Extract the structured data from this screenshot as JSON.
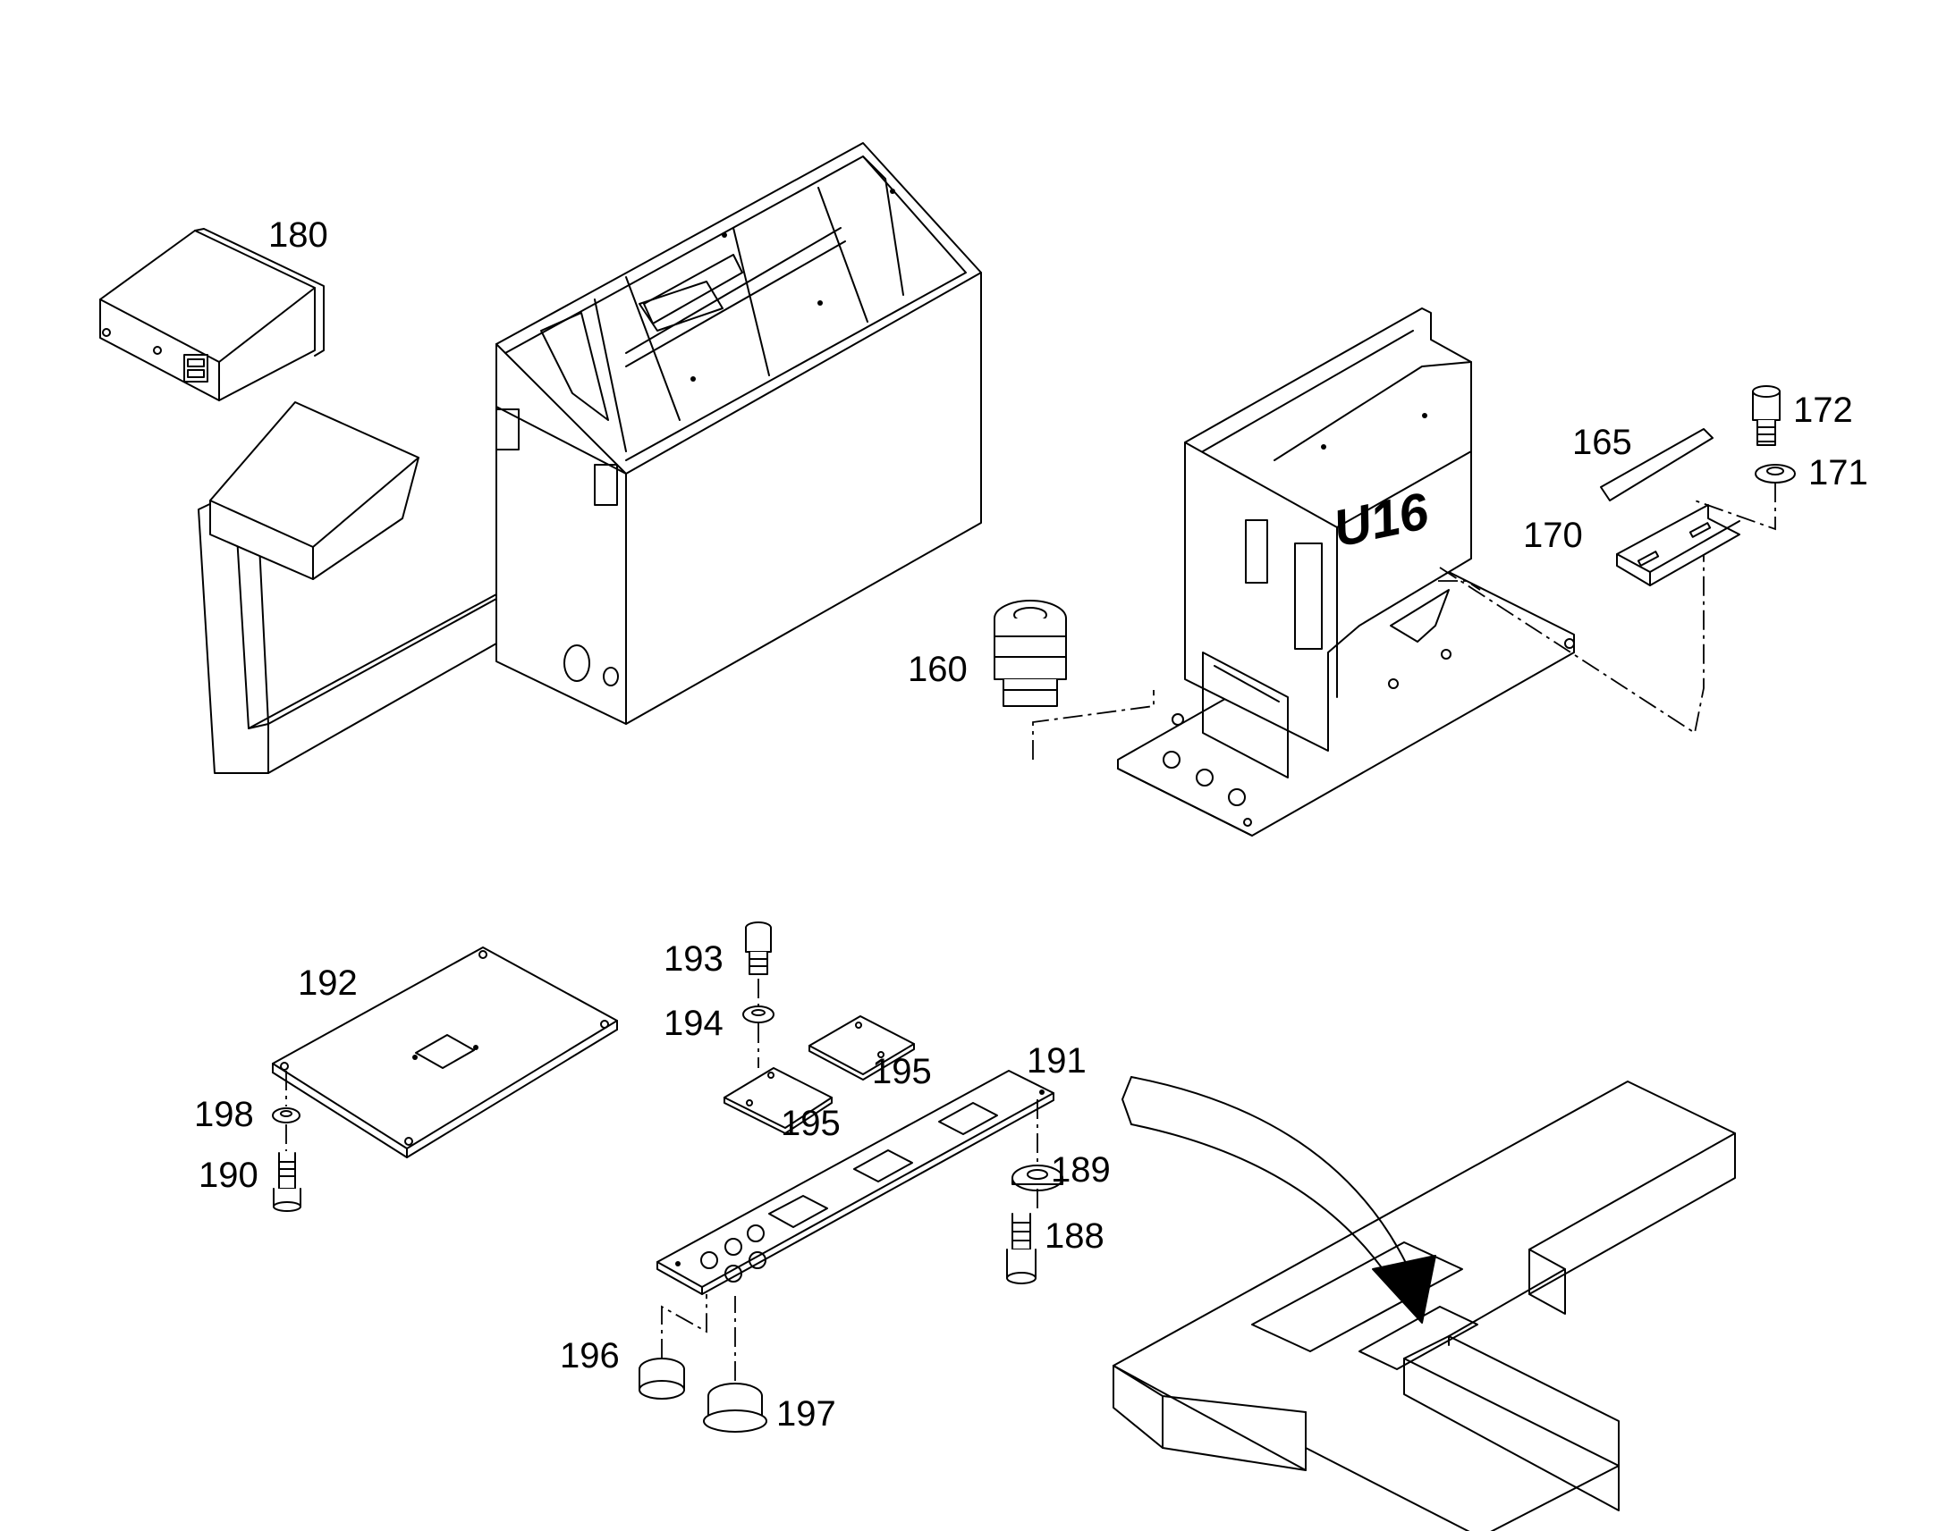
{
  "diagram": {
    "module_label": "U16",
    "callouts": [
      {
        "id": "c180",
        "text": "180"
      },
      {
        "id": "c172",
        "text": "172"
      },
      {
        "id": "c171",
        "text": "171"
      },
      {
        "id": "c165",
        "text": "165"
      },
      {
        "id": "c170",
        "text": "170"
      },
      {
        "id": "c160",
        "text": "160"
      },
      {
        "id": "c193",
        "text": "193"
      },
      {
        "id": "c192",
        "text": "192"
      },
      {
        "id": "c194",
        "text": "194"
      },
      {
        "id": "c195a",
        "text": "195"
      },
      {
        "id": "c191",
        "text": "191"
      },
      {
        "id": "c198",
        "text": "198"
      },
      {
        "id": "c195b",
        "text": "195"
      },
      {
        "id": "c189",
        "text": "189"
      },
      {
        "id": "c190",
        "text": "190"
      },
      {
        "id": "c188",
        "text": "188"
      },
      {
        "id": "c196",
        "text": "196"
      },
      {
        "id": "c197",
        "text": "197"
      }
    ]
  }
}
